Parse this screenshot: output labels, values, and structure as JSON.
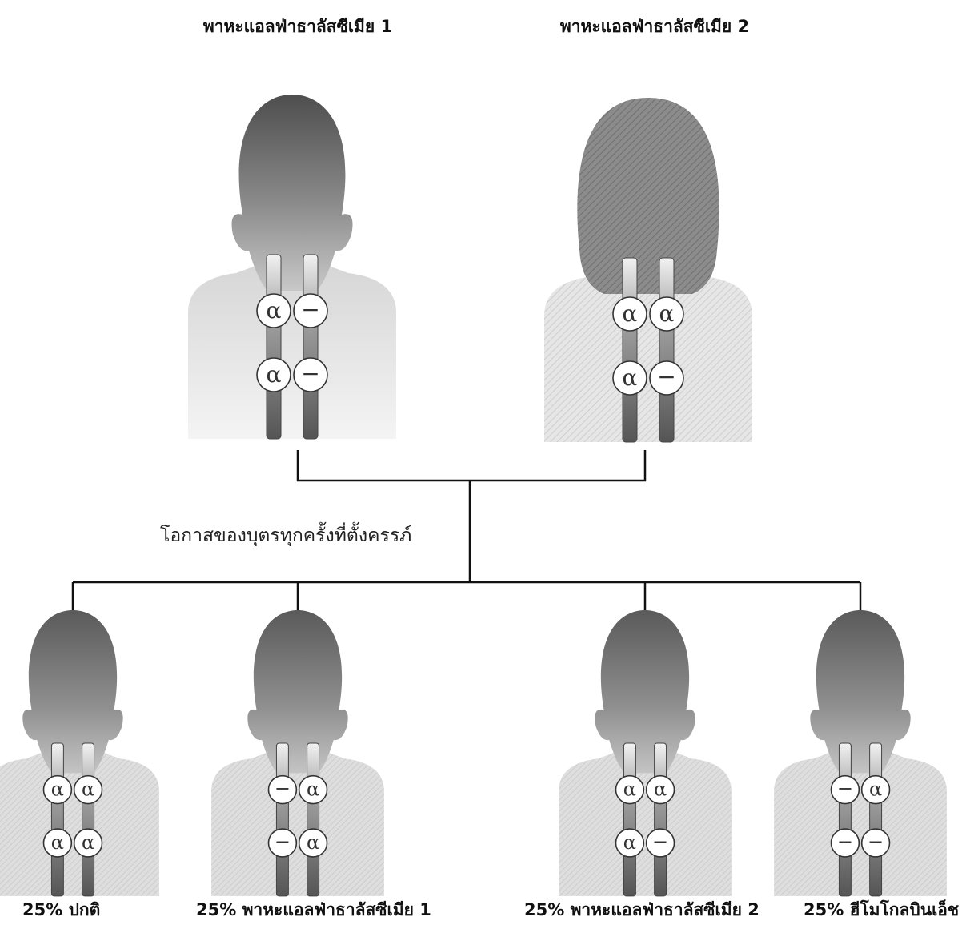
{
  "parents": [
    {
      "title": "พาหะแอลฟ่าธาลัสซีเมีย 1",
      "style": "male",
      "genes": [
        [
          "α",
          "−"
        ],
        [
          "α",
          "−"
        ]
      ]
    },
    {
      "title": "พาหะแอลฟ่าธาลัสซีเมีย 2",
      "style": "female",
      "genes": [
        [
          "α",
          "α"
        ],
        [
          "α",
          "−"
        ]
      ]
    }
  ],
  "chance_label": "โอกาสของบุตรทุกครั้งที่ตั้งครรภ์",
  "children": [
    {
      "caption": "25% ปกติ",
      "genes": [
        [
          "α",
          "α"
        ],
        [
          "α",
          "α"
        ]
      ]
    },
    {
      "caption": "25% พาหะแอลฟ่าธาลัสซีเมีย 1",
      "genes": [
        [
          "−",
          "α"
        ],
        [
          "−",
          "α"
        ]
      ]
    },
    {
      "caption": "25% พาหะแอลฟ่าธาลัสซีเมีย 2",
      "genes": [
        [
          "α",
          "α"
        ],
        [
          "α",
          "−"
        ]
      ]
    },
    {
      "caption": "25% ฮีโมโกลบินเอ็ช",
      "genes": [
        [
          "−",
          "α"
        ],
        [
          "−",
          "−"
        ]
      ]
    }
  ],
  "colors": {
    "head_dark": "#5a5a5a",
    "head_light": "#bdbdbd",
    "shoulder": "#e2e2e2",
    "line": "#111111"
  }
}
